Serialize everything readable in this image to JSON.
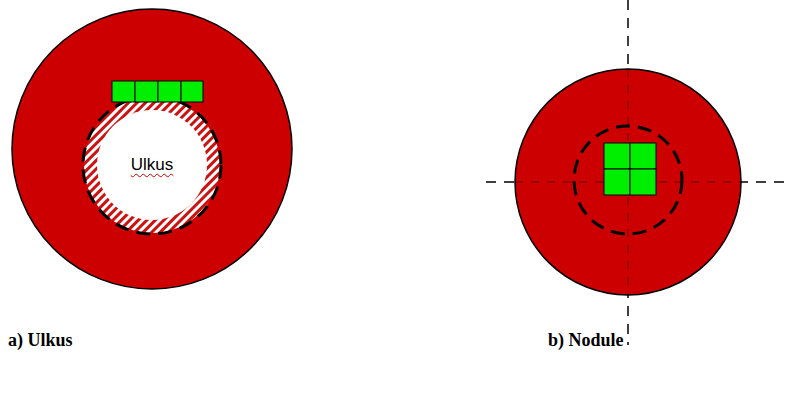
{
  "diagram": {
    "nodes": [
      {
        "text": [
          "Ulkus"
        ]
      }
    ],
    "labels": [
      "a) Ulkus",
      "b) Nodule"
    ]
  }
}
